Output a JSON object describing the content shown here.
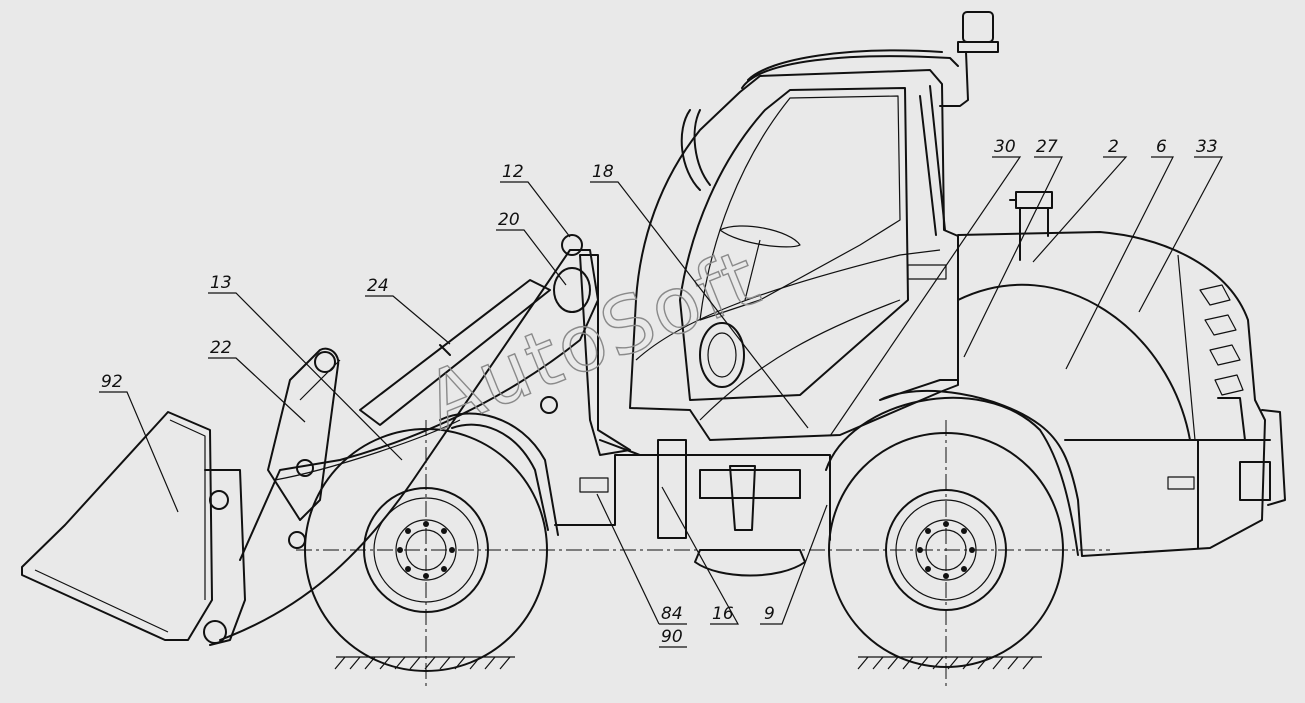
{
  "drawing": {
    "watermark": "AutoSoft",
    "callouts": [
      {
        "id": "c92",
        "label": "92"
      },
      {
        "id": "c13",
        "label": "13"
      },
      {
        "id": "c22",
        "label": "22"
      },
      {
        "id": "c24",
        "label": "24"
      },
      {
        "id": "c20",
        "label": "20"
      },
      {
        "id": "c12",
        "label": "12"
      },
      {
        "id": "c18",
        "label": "18"
      },
      {
        "id": "c30",
        "label": "30"
      },
      {
        "id": "c27",
        "label": "27"
      },
      {
        "id": "c2",
        "label": "2"
      },
      {
        "id": "c6",
        "label": "6"
      },
      {
        "id": "c33",
        "label": "33"
      },
      {
        "id": "c84",
        "label": "84"
      },
      {
        "id": "c90",
        "label": "90"
      },
      {
        "id": "c16",
        "label": "16"
      },
      {
        "id": "c9",
        "label": "9"
      }
    ]
  }
}
